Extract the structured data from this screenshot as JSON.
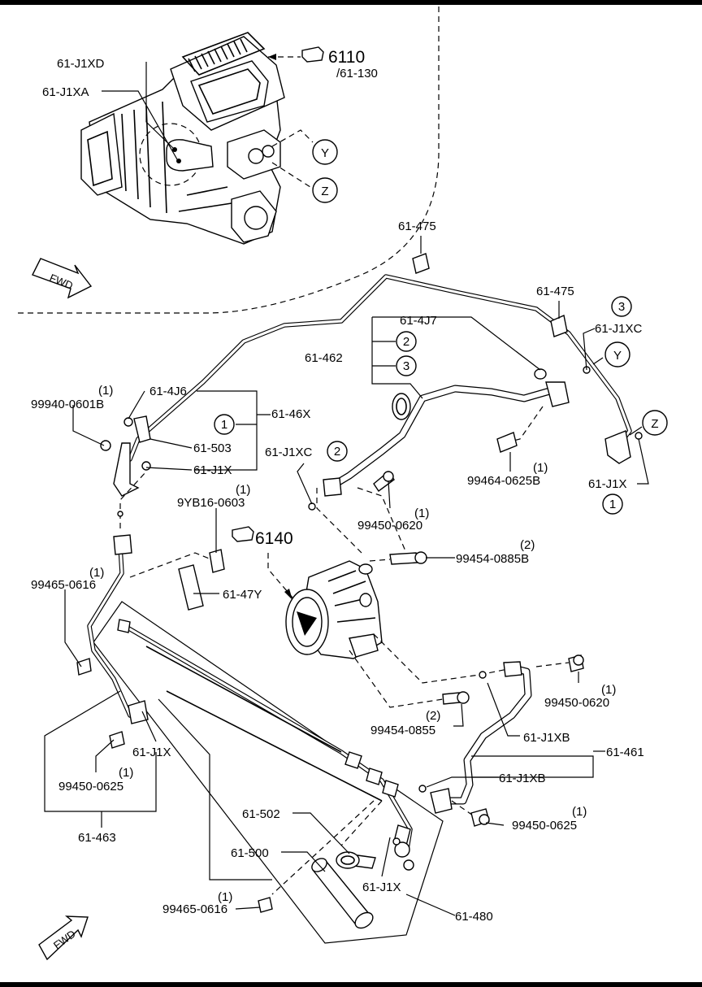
{
  "labels": {
    "j1xd": "61-J1XD",
    "j1xa": "61-J1XA",
    "ref6110": "6110",
    "ref61130": "/61-130",
    "y_upper": "Y",
    "z_upper": "Z",
    "fwd_top": "FWD",
    "p475_a": "61-475",
    "p475_b": "61-475",
    "c3_top": "3",
    "j1xc_top": "61-J1XC",
    "y_right": "Y",
    "p4j7": "61-4J7",
    "p462": "61-462",
    "c2_a": "2",
    "c3_a": "3",
    "z_right": "Z",
    "b99940_qty": "(1)",
    "b99940": "99940-0601B",
    "p4j6": "61-4J6",
    "p46x": "61-46X",
    "c1_a": "1",
    "p503": "61-503",
    "j1x_a": "61-J1X",
    "j1xc_mid": "61-J1XC",
    "c2_b": "2",
    "b99464_qty": "(1)",
    "b99464": "99464-0625B",
    "j1x_right": "61-J1X",
    "c1_right": "1",
    "b9yb16_qty": "(1)",
    "b9yb16": "9YB16-0603",
    "b99450a_qty": "(1)",
    "b99450a": "99450-0620",
    "ref6140": "6140",
    "b99454b_qty": "(2)",
    "b99454b": "99454-0885B",
    "b99465a_qty": "(1)",
    "b99465a": "99465-0616",
    "p47y": "61-47Y",
    "b99450b_qty": "(1)",
    "b99450b": "99450-0620",
    "b99454_qty": "(2)",
    "b99454": "99454-0855",
    "j1xb_a": "61-J1XB",
    "p461": "61-461",
    "j1x_b": "61-J1X",
    "b99450c_qty": "(1)",
    "b99450c": "99450-0625",
    "j1xb_b": "61-J1XB",
    "p463": "61-463",
    "b99450d_qty": "(1)",
    "b99450d": "99450-0625",
    "p502": "61-502",
    "p500": "61-500",
    "j1x_c": "61-J1X",
    "b99465b_qty": "(1)",
    "b99465b": "99465-0616",
    "p480": "61-480",
    "fwd_bottom": "FWD"
  }
}
